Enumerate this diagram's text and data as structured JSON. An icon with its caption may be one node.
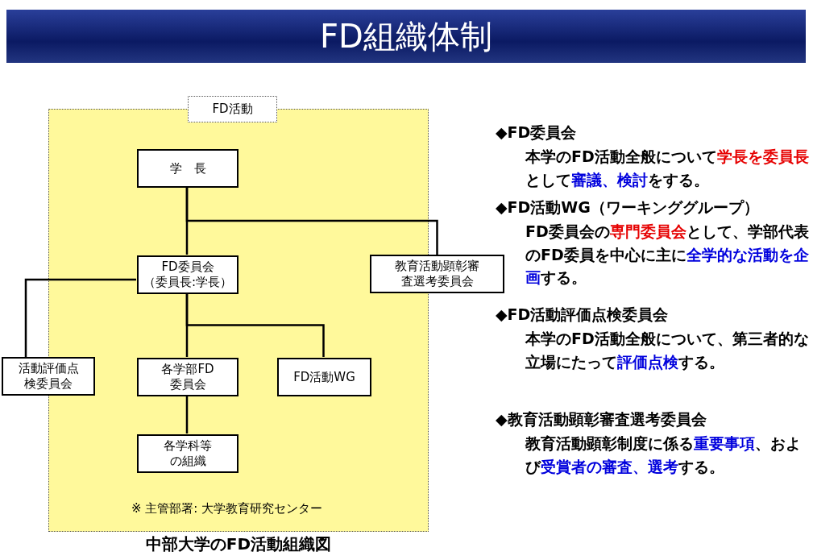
{
  "diagram": {
    "title": "FD組織体制",
    "caption": "中部大学のFD活動組織図",
    "nodes": [
      {
        "text": [
          "FD活動"
        ]
      },
      {
        "text": [
          "学　長"
        ],
        "in": 0
      },
      {
        "text": [
          "FD委員会",
          "（委員長:学長）"
        ],
        "in": 0
      },
      {
        "text": [
          "教育活動顕彰審査選考委員会"
        ]
      },
      {
        "text": [
          "活動評価点検委員会"
        ]
      },
      {
        "text": [
          "各学部FD委員会"
        ],
        "in": 0
      },
      {
        "text": [
          "FD活動WG"
        ],
        "in": 0
      },
      {
        "text": [
          "各学科等の組織"
        ],
        "in": 0
      }
    ],
    "edges": [
      {
        "from": 1,
        "to": 2,
        "arrow": "none"
      },
      {
        "from": 1,
        "to": 3,
        "arrow": "none"
      },
      {
        "from": 2,
        "to": 4,
        "arrow": "none"
      },
      {
        "from": 2,
        "to": 5,
        "arrow": "none"
      },
      {
        "from": 2,
        "to": 6,
        "arrow": "none"
      },
      {
        "from": 5,
        "to": 7,
        "arrow": "none"
      }
    ],
    "labels": [
      "※ 主管部署: 大学教育研究センター",
      "◆FD委員会",
      "本学のFD活動全般について**学長を委員長**として**審議、検討**をする。",
      "◆FD活動WG（ワーキンググループ）",
      "FD委員会の**専門委員会**として、学部代表のFD委員を中心に主に**全学的な活動を企画**する。",
      "◆FD活動評価点検委員会",
      "本学のFD活動全般について、第三者的な立場にたって**評価点検**する。",
      "◆教育活動顕彰審査選考委員会",
      "教育活動顕彰制度に係る**重要事項**、および**受賞者の審査、選考**する。"
    ]
  }
}
